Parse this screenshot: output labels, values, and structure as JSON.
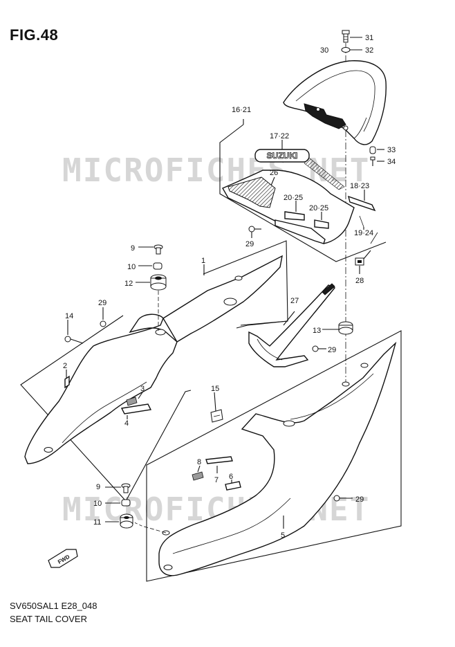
{
  "figure": {
    "title": "FIG.48",
    "model_code": "SV650SAL1  E28_048",
    "name": "SEAT TAIL COVER"
  },
  "watermark": "MICROFICHES.NET",
  "emblem_text": "SUZUKI",
  "fwd_label": "FWD",
  "callouts": {
    "c1": "1",
    "c2": "2",
    "c3": "3",
    "c4": "4",
    "c5": "5",
    "c6": "6",
    "c7": "7",
    "c8": "8",
    "c9a": "9",
    "c9b": "9",
    "c10a": "10",
    "c10b": "10",
    "c11": "11",
    "c12": "12",
    "c13": "13",
    "c14": "14",
    "c15": "15",
    "c16_21": "16·21",
    "c17_22": "17·22",
    "c18_23": "18·23",
    "c19_24": "19·24",
    "c20_25a": "20·25",
    "c20_25b": "20·25",
    "c26": "26",
    "c27": "27",
    "c28": "28",
    "c29a": "29",
    "c29b": "29",
    "c29c": "29",
    "c29d": "29",
    "c30": "30",
    "c31": "31",
    "c32": "32",
    "c33": "33",
    "c34": "34"
  }
}
